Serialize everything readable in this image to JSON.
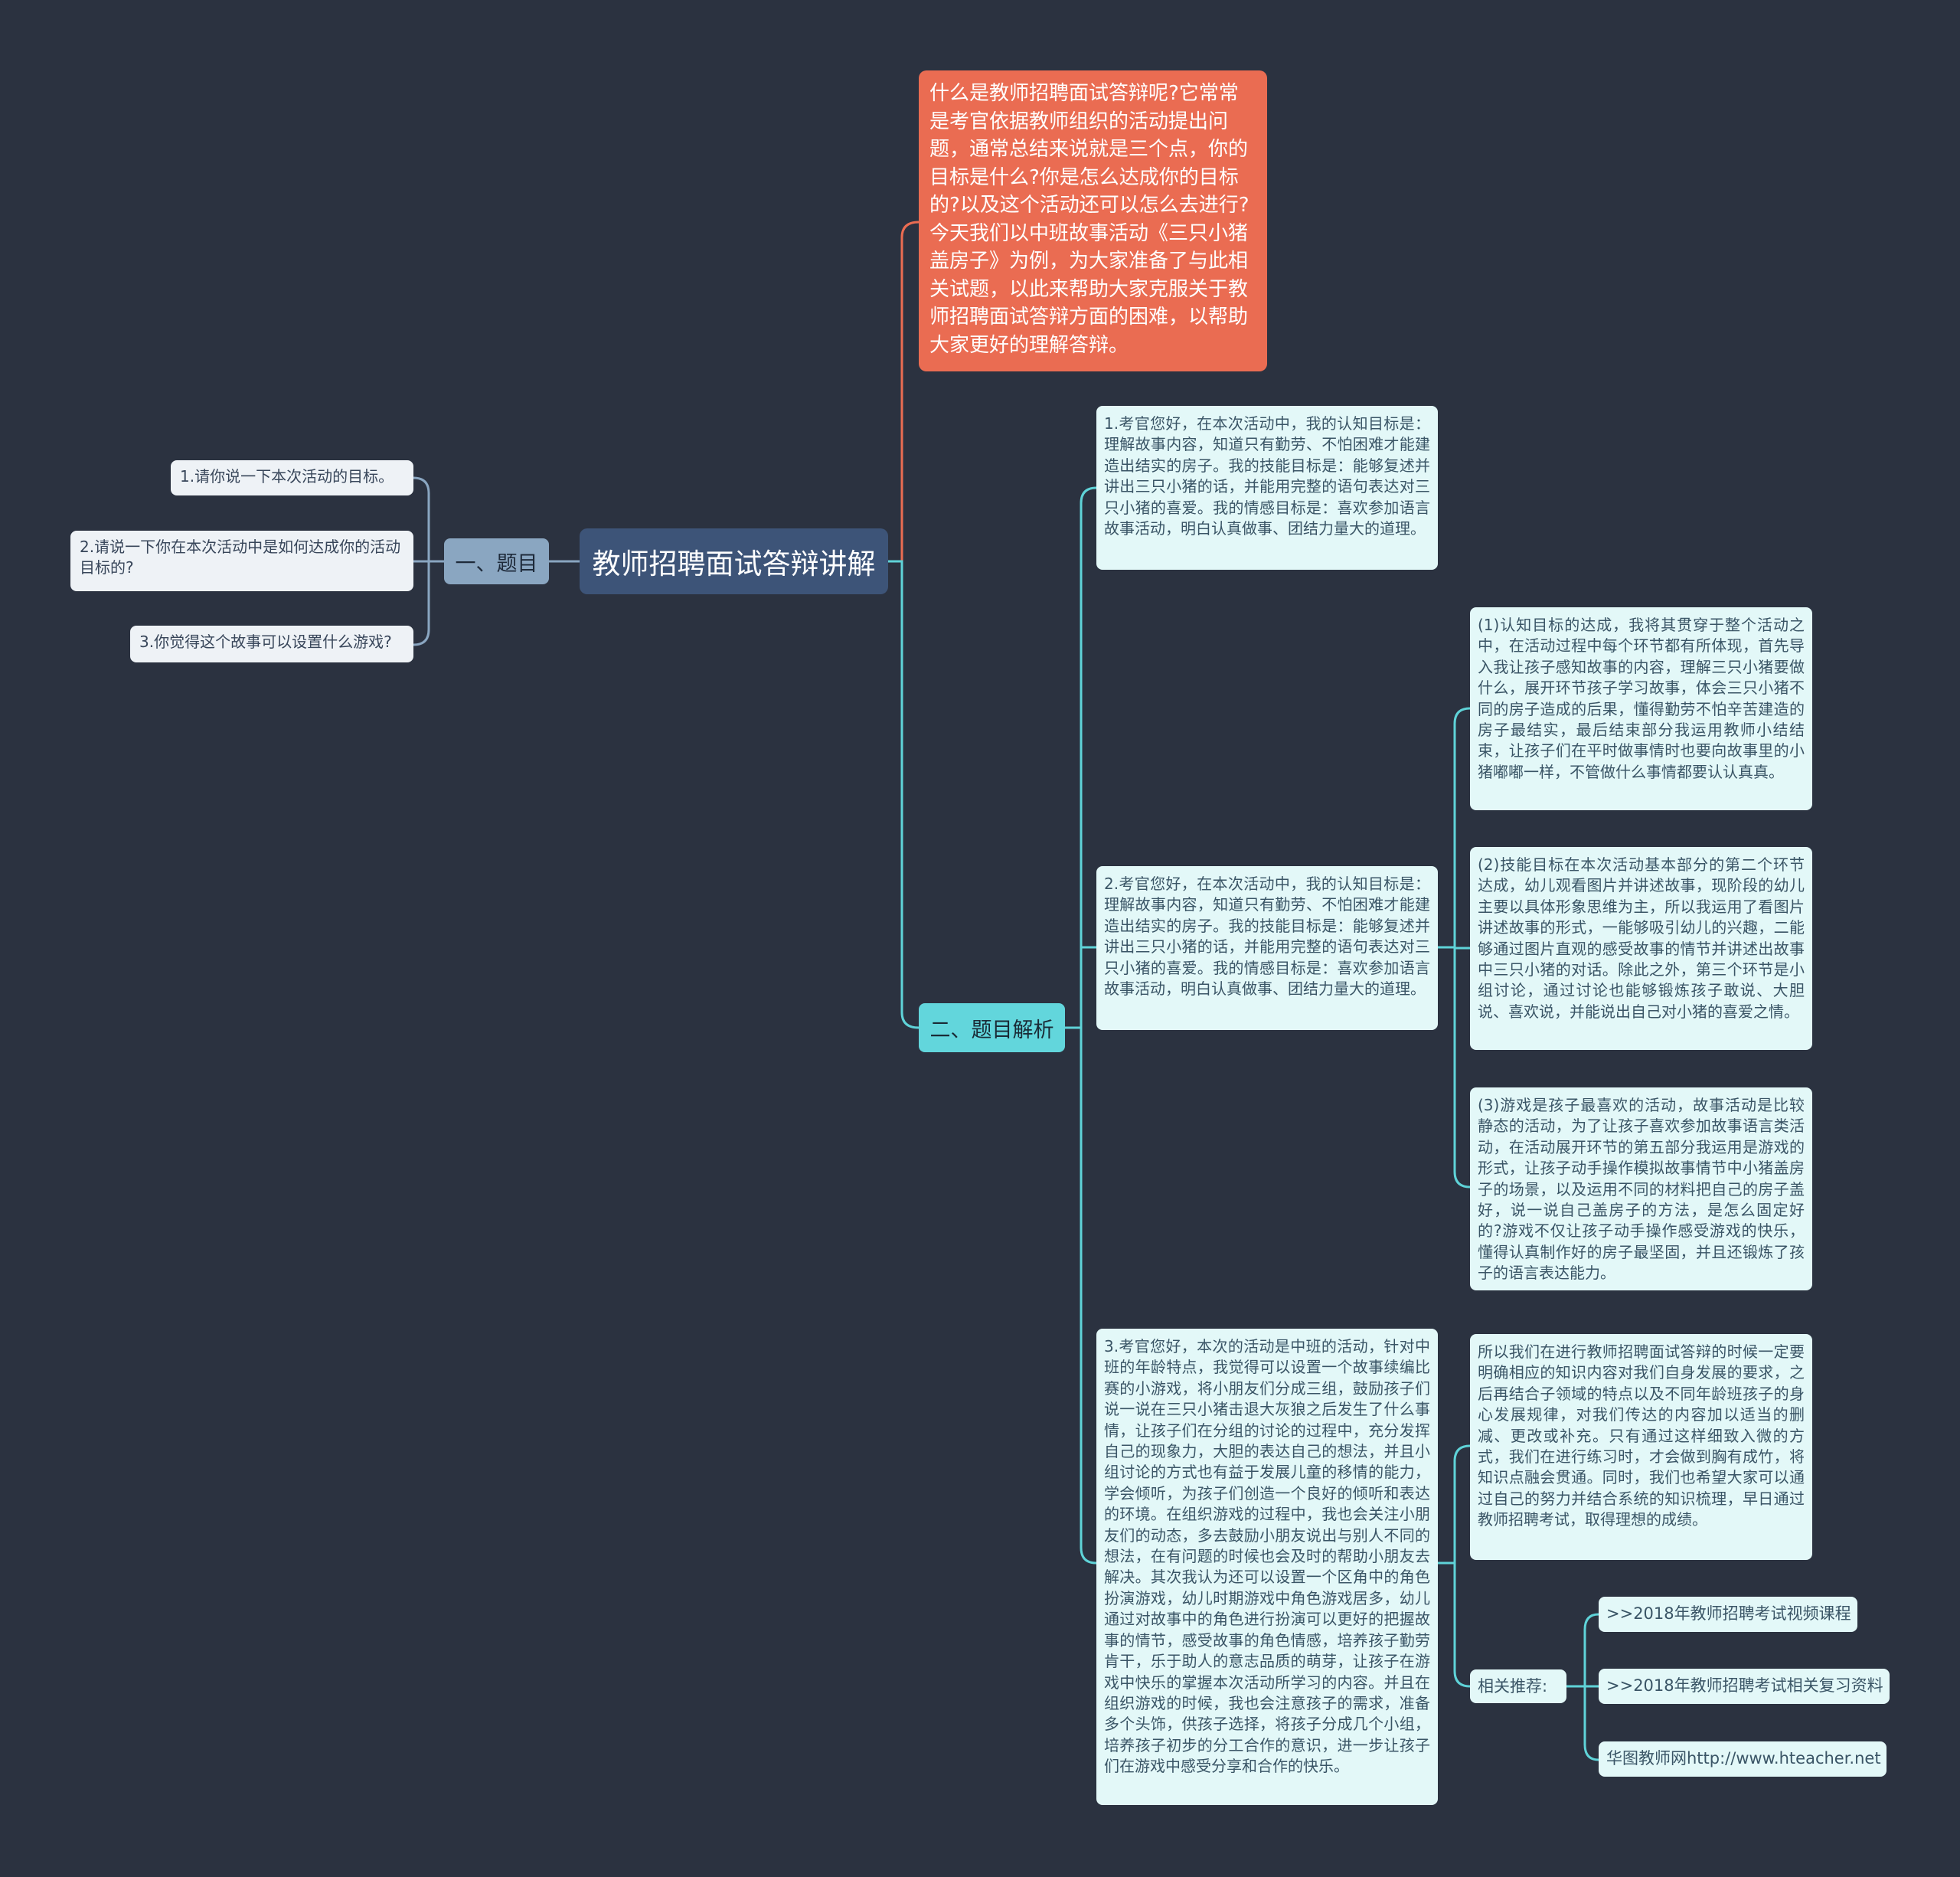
{
  "root": {
    "title": "教师招聘面试答辩讲解"
  },
  "intro": {
    "text": "什么是教师招聘面试答辩呢?它常常是考官依据教师组织的活动提出问题，通常总结来说就是三个点，你的目标是什么?你是怎么达成你的目标的?以及这个活动还可以怎么去进行?今天我们以中班故事活动《三只小猪盖房子》为例，为大家准备了与此相关试题，以此来帮助大家克服关于教师招聘面试答辩方面的困难，以帮助大家更好的理解答辩。"
  },
  "branch1": {
    "label": "一、题目",
    "questions": [
      "1.请你说一下本次活动的目标。",
      "2.请说一下你在本次活动中是如何达成你的活动目标的?",
      "3.你觉得这个故事可以设置什么游戏?"
    ]
  },
  "branch2": {
    "label": "二、题目解析",
    "answer1": "1.考官您好，在本次活动中，我的认知目标是：理解故事内容，知道只有勤劳、不怕困难才能建造出结实的房子。我的技能目标是：能够复述并讲出三只小猪的话，并能用完整的语句表达对三只小猪的喜爱。我的情感目标是：喜欢参加语言故事活动，明白认真做事、团结力量大的道理。",
    "answer2": "2.考官您好，在本次活动中，我的认知目标是：理解故事内容，知道只有勤劳、不怕困难才能建造出结实的房子。我的技能目标是：能够复述并讲出三只小猪的话，并能用完整的语句表达对三只小猪的喜爱。我的情感目标是：喜欢参加语言故事活动，明白认真做事、团结力量大的道理。",
    "answer2_details": [
      "(1)认知目标的达成，我将其贯穿于整个活动之中，在活动过程中每个环节都有所体现，首先导入我让孩子感知故事的内容，理解三只小猪要做什么，展开环节孩子学习故事，体会三只小猪不同的房子造成的后果，懂得勤劳不怕辛苦建造的房子最结实，最后结束部分我运用教师小结结束，让孩子们在平时做事情时也要向故事里的小猪嘟嘟一样，不管做什么事情都要认认真真。",
      "(2)技能目标在本次活动基本部分的第二个环节达成，幼儿观看图片并讲述故事，现阶段的幼儿主要以具体形象思维为主，所以我运用了看图片讲述故事的形式，一能够吸引幼儿的兴趣，二能够通过图片直观的感受故事的情节并讲述出故事中三只小猪的对话。除此之外，第三个环节是小组讨论，通过讨论也能够锻炼孩子敢说、大胆说、喜欢说，并能说出自己对小猪的喜爱之情。",
      "(3)游戏是孩子最喜欢的活动，故事活动是比较静态的活动，为了让孩子喜欢参加故事语言类活动，在活动展开环节的第五部分我运用是游戏的形式，让孩子动手操作模拟故事情节中小猪盖房子的场景，以及运用不同的材料把自己的房子盖好，说一说自己盖房子的方法，是怎么固定好的?游戏不仅让孩子动手操作感受游戏的快乐，懂得认真制作好的房子最坚固，并且还锻炼了孩子的语言表达能力。"
    ],
    "answer3": "3.考官您好，本次的活动是中班的活动，针对中班的年龄特点，我觉得可以设置一个故事续编比赛的小游戏，将小朋友们分成三组，鼓励孩子们说一说在三只小猪击退大灰狼之后发生了什么事情，让孩子们在分组的讨论的过程中，充分发挥自己的现象力，大胆的表达自己的想法，并且小组讨论的方式也有益于发展儿童的移情的能力，学会倾听，为孩子们创造一个良好的倾听和表达的环境。在组织游戏的过程中，我也会关注小朋友们的动态，多去鼓励小朋友说出与别人不同的想法，在有问题的时候也会及时的帮助小朋友去解决。其次我认为还可以设置一个区角中的角色扮演游戏，幼儿时期游戏中角色游戏居多，幼儿通过对故事中的角色进行扮演可以更好的把握故事的情节，感受故事的角色情感，培养孩子勤劳肯干，乐于助人的意志品质的萌芽，让孩子在游戏中快乐的掌握本次活动所学习的内容。并且在组织游戏的时候，我也会注意孩子的需求，准备多个头饰，供孩子选择，将孩子分成几个小组，培养孩子初步的分工合作的意识，进一步让孩子们在游戏中感受分享和合作的快乐。",
    "summary": "所以我们在进行教师招聘面试答辩的时候一定要明确相应的知识内容对我们自身发展的要求，之后再结合子领域的特点以及不同年龄班孩子的身心发展规律，对我们传达的内容加以适当的删减、更改或补充。只有通过这样细致入微的方式，我们在进行练习时，才会做到胸有成竹，将知识点融会贯通。同时，我们也希望大家可以通过自己的努力并结合系统的知识梳理，早日通过教师招聘考试，取得理想的成绩。",
    "related": {
      "label": "相关推荐:",
      "links": [
        ">>2018年教师招聘考试视频课程",
        ">>2018年教师招聘考试相关复习资料",
        "华图教师网http://www.hteacher.net"
      ]
    }
  },
  "colors": {
    "background": "#2b3240",
    "root": "#3d5478",
    "branch1": "#8aa6c1",
    "branch2": "#62d6dc",
    "intro": "#ea6c52",
    "leaf": "#e3f8f8",
    "line_cyan": "#5fd3d8",
    "line_orange": "#ea6c52",
    "line_grey": "#8aa6c1"
  }
}
